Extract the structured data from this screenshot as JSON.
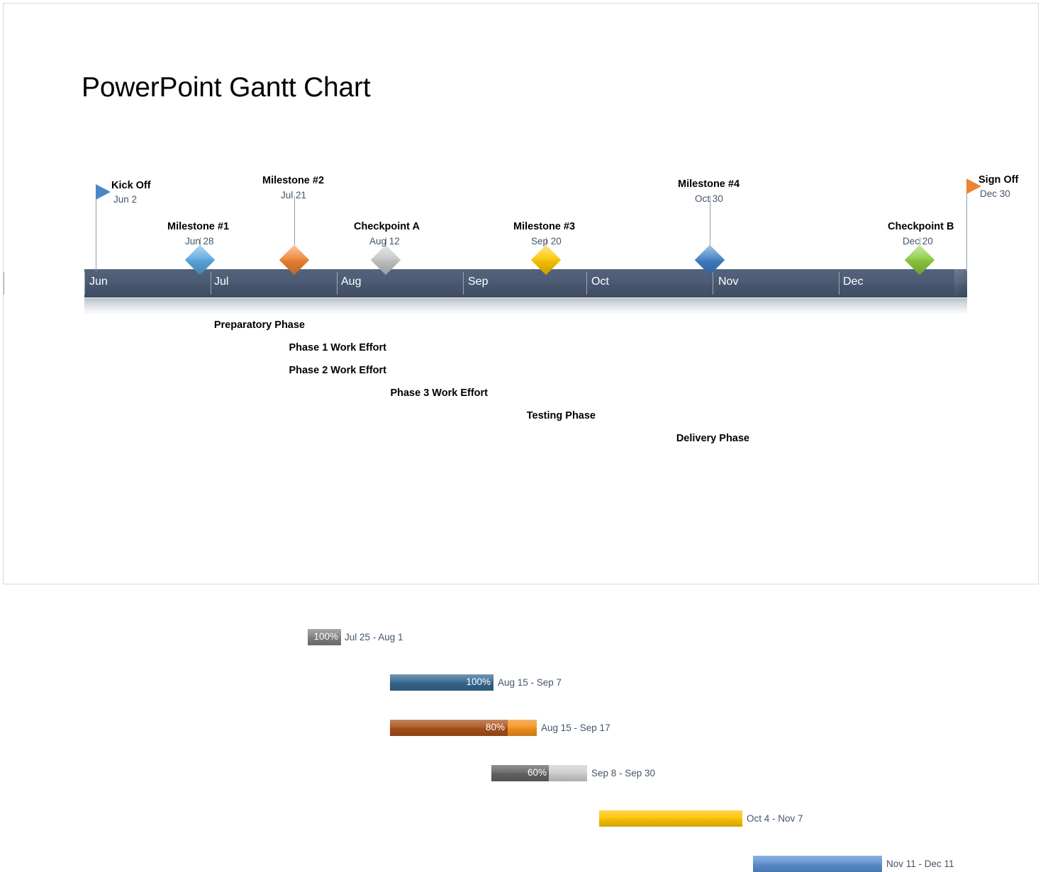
{
  "slide": {
    "title": "PowerPoint Gantt Chart",
    "background": "#ffffff"
  },
  "colors": {
    "axis_bar": "#4a5a73",
    "axis_text": "#ffffff",
    "date_text": "#44546a",
    "label_text": "#000000",
    "connector_line": "#8e9bae"
  },
  "axis": {
    "months": [
      {
        "label": "Jun"
      },
      {
        "label": "Jul"
      },
      {
        "label": "Aug"
      },
      {
        "label": "Sep"
      },
      {
        "label": "Oct"
      },
      {
        "label": "Nov"
      },
      {
        "label": "Dec"
      }
    ]
  },
  "markers": [
    {
      "name": "Kick Off",
      "date": "Jun 2",
      "shape": "flag",
      "color": "#4a87c7"
    },
    {
      "name": "Milestone #1",
      "date": "Jun 28",
      "shape": "diamond",
      "color": "#59a9e0"
    },
    {
      "name": "Milestone #2",
      "date": "Jul 21",
      "shape": "diamond",
      "color": "#ef8432"
    },
    {
      "name": "Checkpoint A",
      "date": "Aug 12",
      "shape": "diamond",
      "color": "#c4c6c8"
    },
    {
      "name": "Milestone #3",
      "date": "Sep 20",
      "shape": "diamond",
      "color": "#fdc800"
    },
    {
      "name": "Milestone #4",
      "date": "Oct 30",
      "shape": "diamond",
      "color": "#3f7fc4"
    },
    {
      "name": "Checkpoint B",
      "date": "Dec 20",
      "shape": "diamond",
      "color": "#8ccb3e"
    },
    {
      "name": "Sign Off",
      "date": "Dec 30",
      "shape": "flag",
      "color": "#ef8432"
    }
  ],
  "tasks": [
    {
      "label": "Preparatory Phase",
      "dates": "Jul 25 - Aug 1",
      "percent": "100%",
      "percent_value": 100,
      "bar_color": "#7f7f7f",
      "track_color": "#c9c9c9"
    },
    {
      "label": "Phase 1 Work Effort",
      "dates": "Aug 15 - Sep 7",
      "percent": "100%",
      "percent_value": 100,
      "bar_color": "#33678f",
      "track_color": "#7fa7c9"
    },
    {
      "label": "Phase 2 Work Effort",
      "dates": "Aug 15 - Sep 17",
      "percent": "80%",
      "percent_value": 80,
      "bar_color": "#a8511a",
      "track_color": "#f2921e"
    },
    {
      "label": "Phase 3 Work Effort",
      "dates": "Sep 8 - Sep 30",
      "percent": "60%",
      "percent_value": 60,
      "bar_color": "#636363",
      "track_color": "#cfcfcf"
    },
    {
      "label": "Testing Phase",
      "dates": "Oct 4 - Nov 7",
      "percent": "",
      "percent_value": 0,
      "bar_color": "#fdc400",
      "track_color": "#fdc400"
    },
    {
      "label": "Delivery Phase",
      "dates": "Nov 11 - Dec 11",
      "percent": "",
      "percent_value": 0,
      "bar_color": "#5b8fd0",
      "track_color": "#5b8fd0"
    }
  ],
  "chart_data": {
    "type": "bar",
    "title": "PowerPoint Gantt Chart",
    "xlabel": "",
    "ylabel": "",
    "axis_categories": [
      "Jun",
      "Jul",
      "Aug",
      "Sep",
      "Oct",
      "Nov",
      "Dec"
    ],
    "milestones": [
      {
        "name": "Kick Off",
        "date": "Jun 2",
        "type": "flag"
      },
      {
        "name": "Milestone #1",
        "date": "Jun 28",
        "type": "diamond"
      },
      {
        "name": "Milestone #2",
        "date": "Jul 21",
        "type": "diamond"
      },
      {
        "name": "Checkpoint A",
        "date": "Aug 12",
        "type": "diamond"
      },
      {
        "name": "Milestone #3",
        "date": "Sep 20",
        "type": "diamond"
      },
      {
        "name": "Milestone #4",
        "date": "Oct 30",
        "type": "diamond"
      },
      {
        "name": "Checkpoint B",
        "date": "Dec 20",
        "type": "diamond"
      },
      {
        "name": "Sign Off",
        "date": "Dec 30",
        "type": "flag"
      }
    ],
    "tasks": [
      {
        "name": "Preparatory Phase",
        "start": "Jul 25",
        "end": "Aug 1",
        "percent_complete": 100
      },
      {
        "name": "Phase 1 Work Effort",
        "start": "Aug 15",
        "end": "Sep 7",
        "percent_complete": 100
      },
      {
        "name": "Phase 2 Work Effort",
        "start": "Aug 15",
        "end": "Sep 17",
        "percent_complete": 80
      },
      {
        "name": "Phase 3 Work Effort",
        "start": "Sep 8",
        "end": "Sep 30",
        "percent_complete": 60
      },
      {
        "name": "Testing Phase",
        "start": "Oct 4",
        "end": "Nov 7",
        "percent_complete": null
      },
      {
        "name": "Delivery Phase",
        "start": "Nov 11",
        "end": "Dec 11",
        "percent_complete": null
      }
    ]
  }
}
